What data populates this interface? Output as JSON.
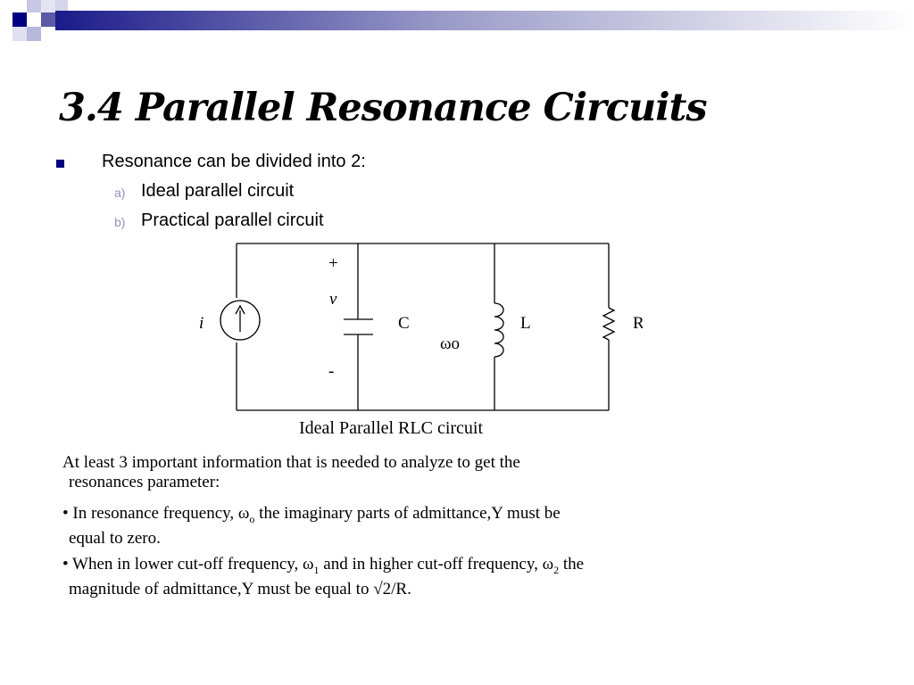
{
  "slide": {
    "title": "3.4 Parallel Resonance Circuits",
    "bullets": {
      "main": "Resonance can be divided into 2:",
      "sub": [
        {
          "marker": "a)",
          "text": "Ideal parallel circuit"
        },
        {
          "marker": "b)",
          "text": "Practical parallel circuit"
        }
      ]
    }
  },
  "diagram": {
    "plus": "+",
    "v": "v",
    "minus": "-",
    "i": "i",
    "c": "C",
    "l": "L",
    "r": "R",
    "omega": "ωo",
    "caption": "Ideal Parallel RLC circuit"
  },
  "body": {
    "p1_line1": "At least 3 important information that is needed to analyze to get the",
    "p1_line2": "resonances parameter:",
    "p2_prefix": "• In resonance frequency, ω",
    "p2_sub": "o",
    "p2_rest": " the imaginary parts of admittance,Y must be",
    "p2_line2": "equal to zero.",
    "p3_prefix": "• When in lower cut-off frequency, ω",
    "p3_sub1": "1",
    "p3_mid": " and in higher cut-off frequency, ω",
    "p3_sub2": "2",
    "p3_rest": " the",
    "p3_line2": "magnitude of admittance,Y must be equal to √2/R."
  },
  "colors": {
    "accent_navy": "#000080",
    "accent_light": "#8f8fc0"
  }
}
